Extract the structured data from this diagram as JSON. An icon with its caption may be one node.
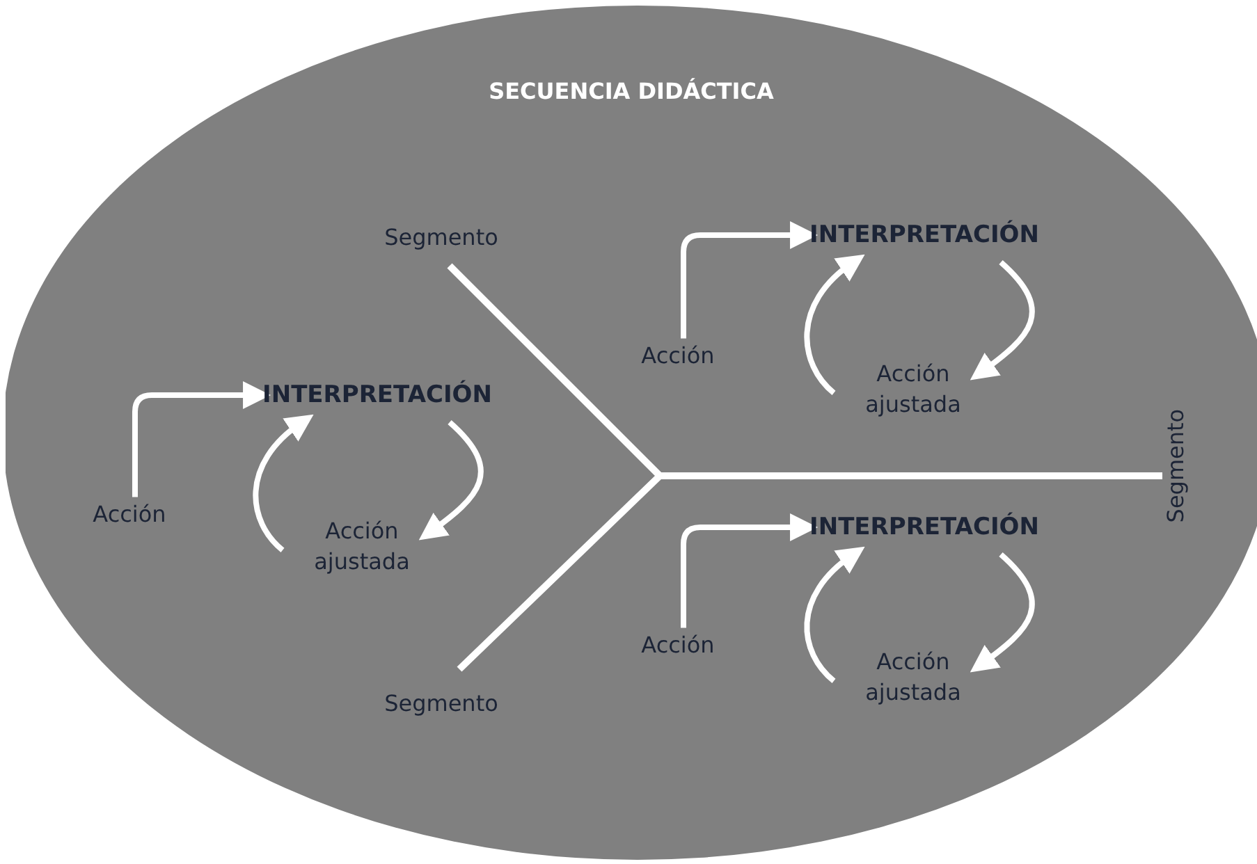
{
  "diagram": {
    "nodes": [
      {
        "text": [
          "SECUENCIA DIDÁCTICA"
        ]
      },
      {
        "text": [
          "Acción"
        ],
        "in": 0
      },
      {
        "text": [
          "INTERPRETACIÓN"
        ],
        "in": 0
      },
      {
        "text": [
          "Acción ajustada"
        ],
        "in": 0
      },
      {
        "text": [
          "Acción"
        ],
        "in": 0
      },
      {
        "text": [
          "INTERPRETACIÓN"
        ],
        "in": 0
      },
      {
        "text": [
          "Acción ajustada"
        ],
        "in": 0
      },
      {
        "text": [
          "Acción"
        ],
        "in": 0
      },
      {
        "text": [
          "INTERPRETACIÓN"
        ],
        "in": 0
      },
      {
        "text": [
          "Acción ajustada"
        ],
        "in": 0
      }
    ],
    "edges": [
      {
        "from": 1,
        "to": 2,
        "arrow": "to"
      },
      {
        "from": 2,
        "to": 3,
        "arrow": "to"
      },
      {
        "from": 3,
        "to": 2,
        "arrow": "to"
      },
      {
        "from": 4,
        "to": 5,
        "arrow": "to"
      },
      {
        "from": 5,
        "to": 6,
        "arrow": "to"
      },
      {
        "from": 6,
        "to": 5,
        "arrow": "to"
      },
      {
        "from": 7,
        "to": 8,
        "arrow": "to"
      },
      {
        "from": 8,
        "to": 9,
        "arrow": "to"
      },
      {
        "from": 9,
        "to": 8,
        "arrow": "to"
      }
    ],
    "labels": [
      "Segmento",
      "Segmento",
      "Segmento"
    ]
  }
}
